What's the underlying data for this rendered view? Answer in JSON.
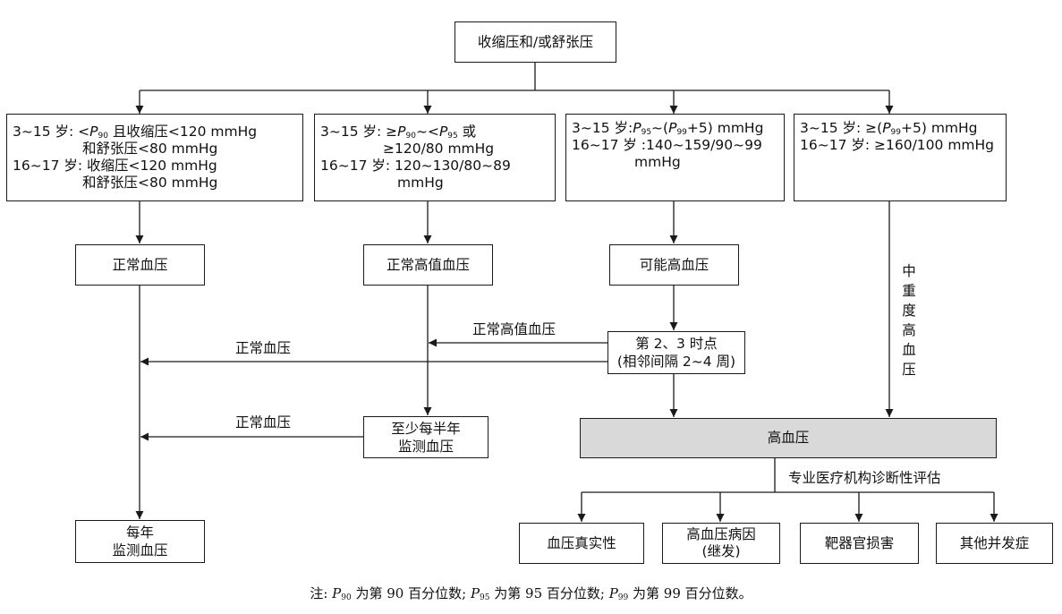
{
  "nodes": {
    "top": "收缩压和/或舒张压",
    "c1": {
      "l1_prefix": "3~15 岁: <",
      "l1_var": "P",
      "l1_sub": "90",
      "l1_suffix": " 且收缩压<120 mmHg",
      "l2": "和舒张压<80 mmHg",
      "l3": "16~17 岁: 收缩压<120 mmHg",
      "l4": "和舒张压<80 mmHg"
    },
    "c2": {
      "l1_prefix": "3~15 岁: ≥",
      "l1_var1": "P",
      "l1_sub1": "90",
      "l1_mid": "~<",
      "l1_var2": "P",
      "l1_sub2": "95",
      "l1_suffix": " 或",
      "l2": "≥120/80 mmHg",
      "l3": "16~17 岁: 120~130/80~89",
      "l4": "mmHg"
    },
    "c3": {
      "l1_prefix": "3~15 岁:",
      "l1_var1": "P",
      "l1_sub1": "95",
      "l1_mid": "~(",
      "l1_var2": "P",
      "l1_sub2": "99",
      "l1_suffix": "+5) mmHg",
      "l2": "16~17 岁 :140~159/90~99",
      "l3": "mmHg"
    },
    "c4": {
      "l1_prefix": "3~15 岁: ≥(",
      "l1_var": "P",
      "l1_sub": "99",
      "l1_suffix": "+5) mmHg",
      "l2": "16~17 岁: ≥160/100 mmHg"
    },
    "normal": "正常血压",
    "high_normal": "正常高值血压",
    "possible": "可能高血压",
    "timepoint": {
      "l1": "第 2、3 时点",
      "l2": "(相邻间隔 2~4 周)"
    },
    "halfyear": {
      "l1": "至少每半年",
      "l2": "监测血压"
    },
    "hypertension": "高血压",
    "yearly": {
      "l1": "每年",
      "l2": "监测血压"
    },
    "authenticity": "血压真实性",
    "cause": {
      "l1": "高血压病因",
      "l2": "(继发)"
    },
    "target_organ": "靶器官损害",
    "comorbidity": "其他并发症"
  },
  "edge_labels": {
    "normal_bp_1": "正常血压",
    "high_normal_bp": "正常高值血压",
    "normal_bp_2": "正常血压",
    "moderate_severe": "中重度高血压",
    "diagnostic": "专业医疗机构诊断性评估"
  },
  "footnote": {
    "prefix": "注: ",
    "p90_var": "P",
    "p90_sub": "90",
    "p90_text": " 为第 90 百分位数; ",
    "p95_var": "P",
    "p95_sub": "95",
    "p95_text": " 为第 95 百分位数; ",
    "p99_var": "P",
    "p99_sub": "99",
    "p99_text": " 为第 99 百分位数。"
  }
}
